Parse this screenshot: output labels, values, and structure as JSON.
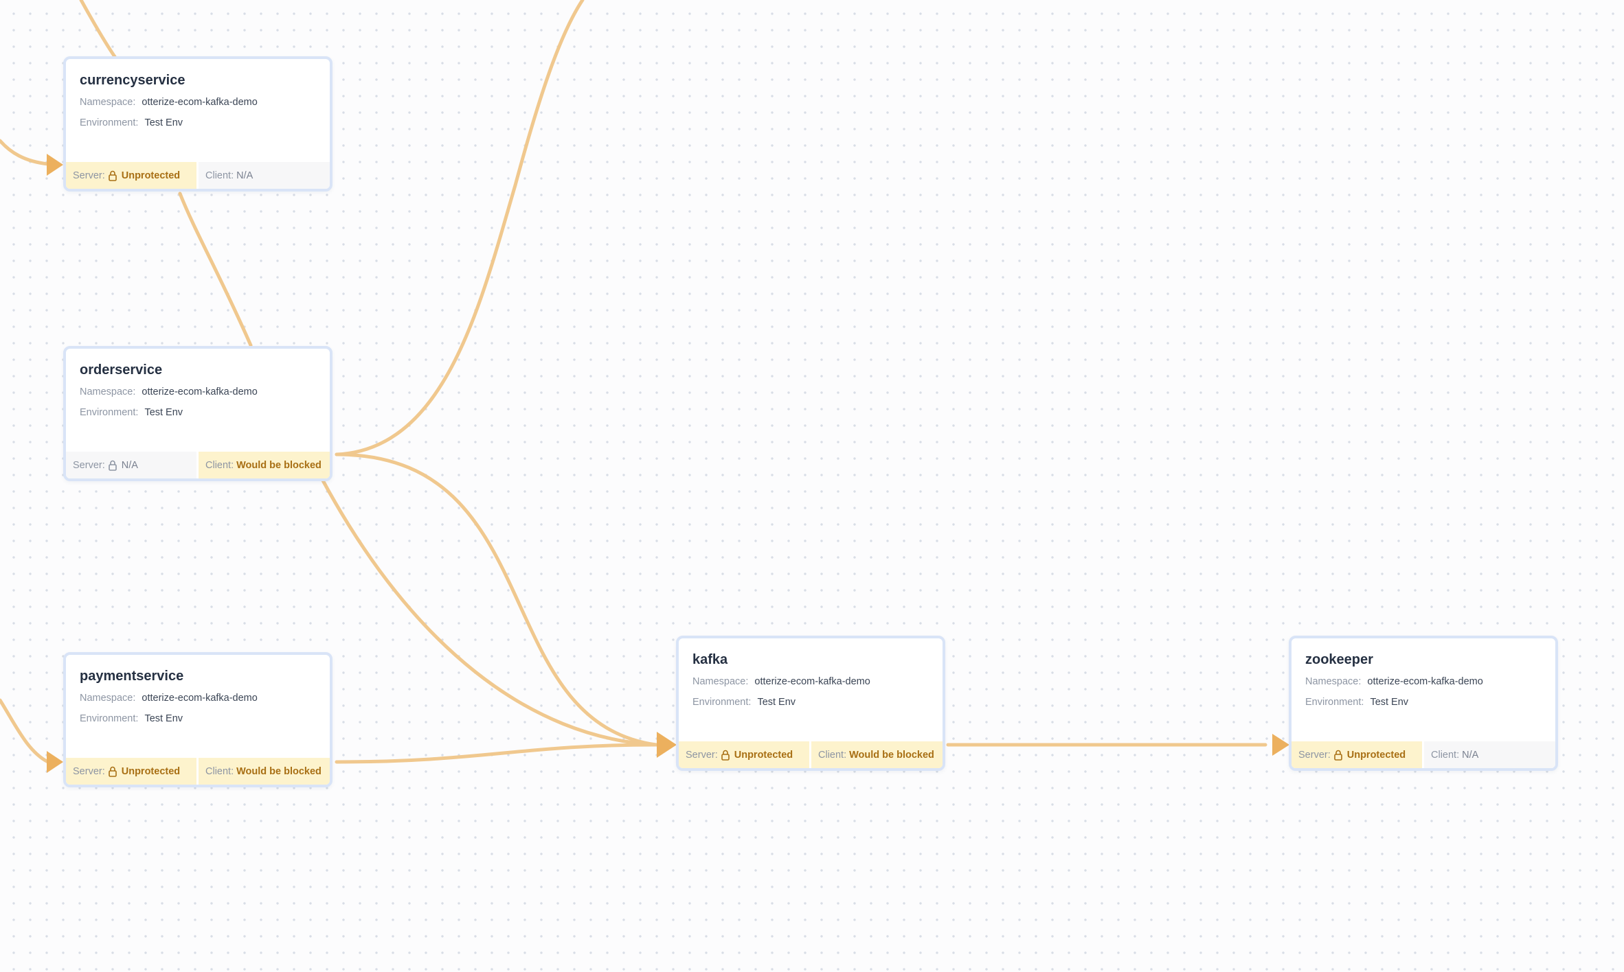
{
  "labels": {
    "namespace": "Namespace:",
    "environment": "Environment:",
    "server": "Server:",
    "client": "Client:"
  },
  "colors": {
    "edge": "#f0c88e",
    "arrow": "#ecb05e",
    "node_border": "#d9e4f7",
    "warn_bg": "#fdf3cd",
    "warn_text": "#a86f14"
  },
  "nodes": {
    "currencyservice": {
      "name": "currencyservice",
      "namespace": "otterize-ecom-kafka-demo",
      "environment": "Test Env",
      "server": "Unprotected",
      "server_icon": "lock-icon",
      "client": "N/A"
    },
    "orderservice": {
      "name": "orderservice",
      "namespace": "otterize-ecom-kafka-demo",
      "environment": "Test Env",
      "server": "N/A",
      "server_icon": "lock-icon",
      "client": "Would be blocked"
    },
    "paymentservice": {
      "name": "paymentservice",
      "namespace": "otterize-ecom-kafka-demo",
      "environment": "Test Env",
      "server": "Unprotected",
      "server_icon": "lock-icon",
      "client": "Would be blocked"
    },
    "kafka": {
      "name": "kafka",
      "namespace": "otterize-ecom-kafka-demo",
      "environment": "Test Env",
      "server": "Unprotected",
      "server_icon": "lock-icon",
      "client": "Would be blocked"
    },
    "zookeeper": {
      "name": "zookeeper",
      "namespace": "otterize-ecom-kafka-demo",
      "environment": "Test Env",
      "server": "Unprotected",
      "server_icon": "lock-icon",
      "client": "N/A"
    }
  },
  "edges": [
    {
      "from": "offscreen-left",
      "to": "currencyservice"
    },
    {
      "from": "offscreen-top",
      "to": "currencyservice"
    },
    {
      "from": "orderservice",
      "to": "currencyservice"
    },
    {
      "from": "orderservice",
      "to": "offscreen-top"
    },
    {
      "from": "orderservice",
      "to": "kafka"
    },
    {
      "from": "orderservice",
      "to": "kafka"
    },
    {
      "from": "offscreen-left",
      "to": "paymentservice"
    },
    {
      "from": "paymentservice",
      "to": "kafka"
    },
    {
      "from": "kafka",
      "to": "zookeeper"
    }
  ]
}
